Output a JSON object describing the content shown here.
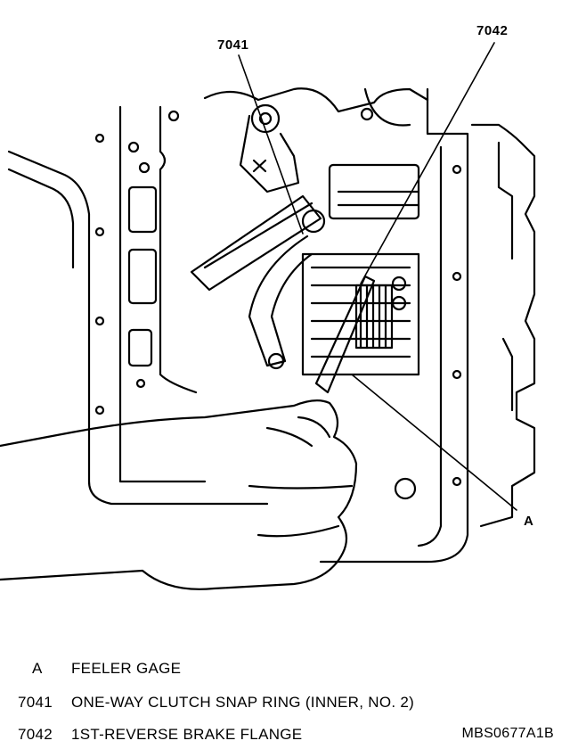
{
  "callouts": {
    "snap_ring": "7041",
    "brake_flange": "7042",
    "feeler": "A"
  },
  "legend": [
    {
      "key": "A",
      "desc": "FEELER GAGE"
    },
    {
      "key": "7041",
      "desc": "ONE-WAY CLUTCH SNAP RING (INNER, NO. 2)"
    },
    {
      "key": "7042",
      "desc": "1ST-REVERSE BRAKE FLANGE"
    }
  ],
  "figure_code": "MBS0677A1B"
}
